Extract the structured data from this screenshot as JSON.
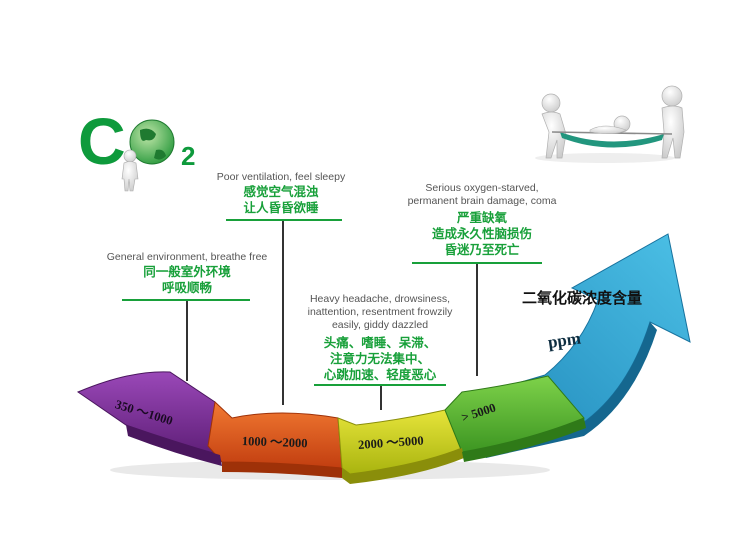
{
  "logo": {
    "letter": "C",
    "subscript": "2"
  },
  "unit": {
    "title": "二氧化碳浓度含量",
    "ppm": "ppm"
  },
  "segments": [
    {
      "label": "350 ～1000",
      "color": "#7a2e94"
    },
    {
      "label": "1000 ～2000",
      "color": "#e05a1e"
    },
    {
      "label": "2000 ～5000",
      "color": "#d2d21a"
    },
    {
      "label": "> 5000",
      "color": "#62ba35"
    }
  ],
  "notes": [
    {
      "en": "General environment, breathe free",
      "cn": [
        "同一般室外环境",
        "呼吸顺畅"
      ]
    },
    {
      "en": "Poor ventilation, feel sleepy",
      "cn": [
        "感觉空气混浊",
        "让人昏昏欲睡"
      ]
    },
    {
      "en": [
        "Heavy headache, drowsiness,",
        "inattention, resentment frowzily",
        "easily, giddy dazzled"
      ],
      "cn": [
        "头痛、嗜睡、呆滞、",
        "注意力无法集中、",
        "心跳加速、轻度恶心"
      ]
    },
    {
      "en": [
        "Serious oxygen-starved,",
        "permanent brain damage, coma"
      ],
      "cn": [
        "严重缺氧",
        "造成永久性脑损伤",
        "昏迷乃至死亡"
      ]
    }
  ],
  "colors": {
    "accent_green": "#18a03a",
    "arrow_blue": "#2c9ec9"
  }
}
